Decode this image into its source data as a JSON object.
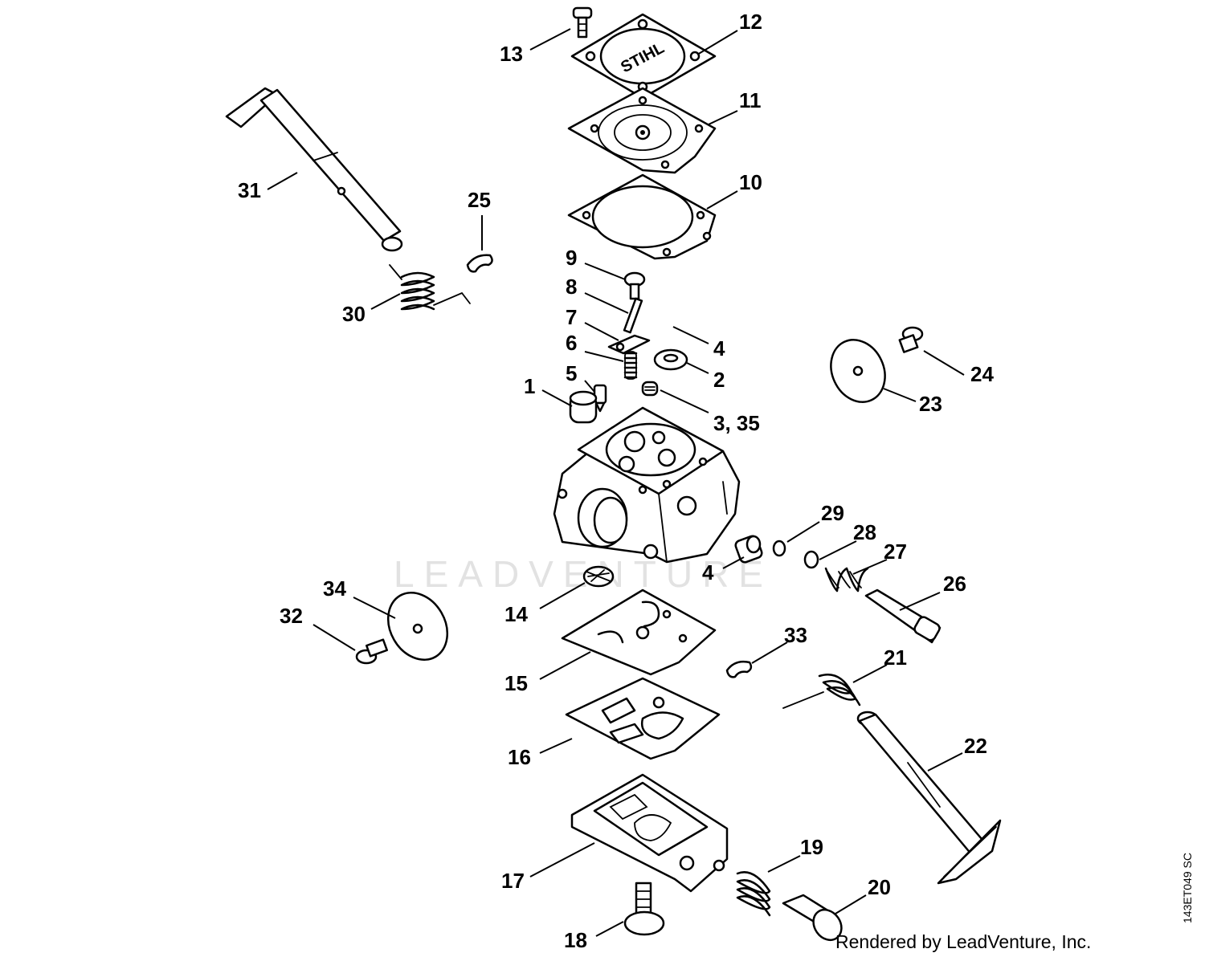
{
  "diagram": {
    "watermark": "LEADVENTURE",
    "credit": "Rendered by LeadVenture, Inc.",
    "drawing_code": "143ET049 SC",
    "logo_text": "STIHL",
    "callouts": {
      "p1": "1",
      "p2": "2",
      "p3_35": "3, 35",
      "p4a": "4",
      "p4b": "4",
      "p5": "5",
      "p6": "6",
      "p7": "7",
      "p8": "8",
      "p9": "9",
      "p10": "10",
      "p11": "11",
      "p12": "12",
      "p13": "13",
      "p14": "14",
      "p15": "15",
      "p16": "16",
      "p17": "17",
      "p18": "18",
      "p19": "19",
      "p20": "20",
      "p21": "21",
      "p22": "22",
      "p23": "23",
      "p24": "24",
      "p25": "25",
      "p26": "26",
      "p27": "27",
      "p28": "28",
      "p29": "29",
      "p30": "30",
      "p31": "31",
      "p32": "32",
      "p33": "33",
      "p34": "34"
    }
  }
}
